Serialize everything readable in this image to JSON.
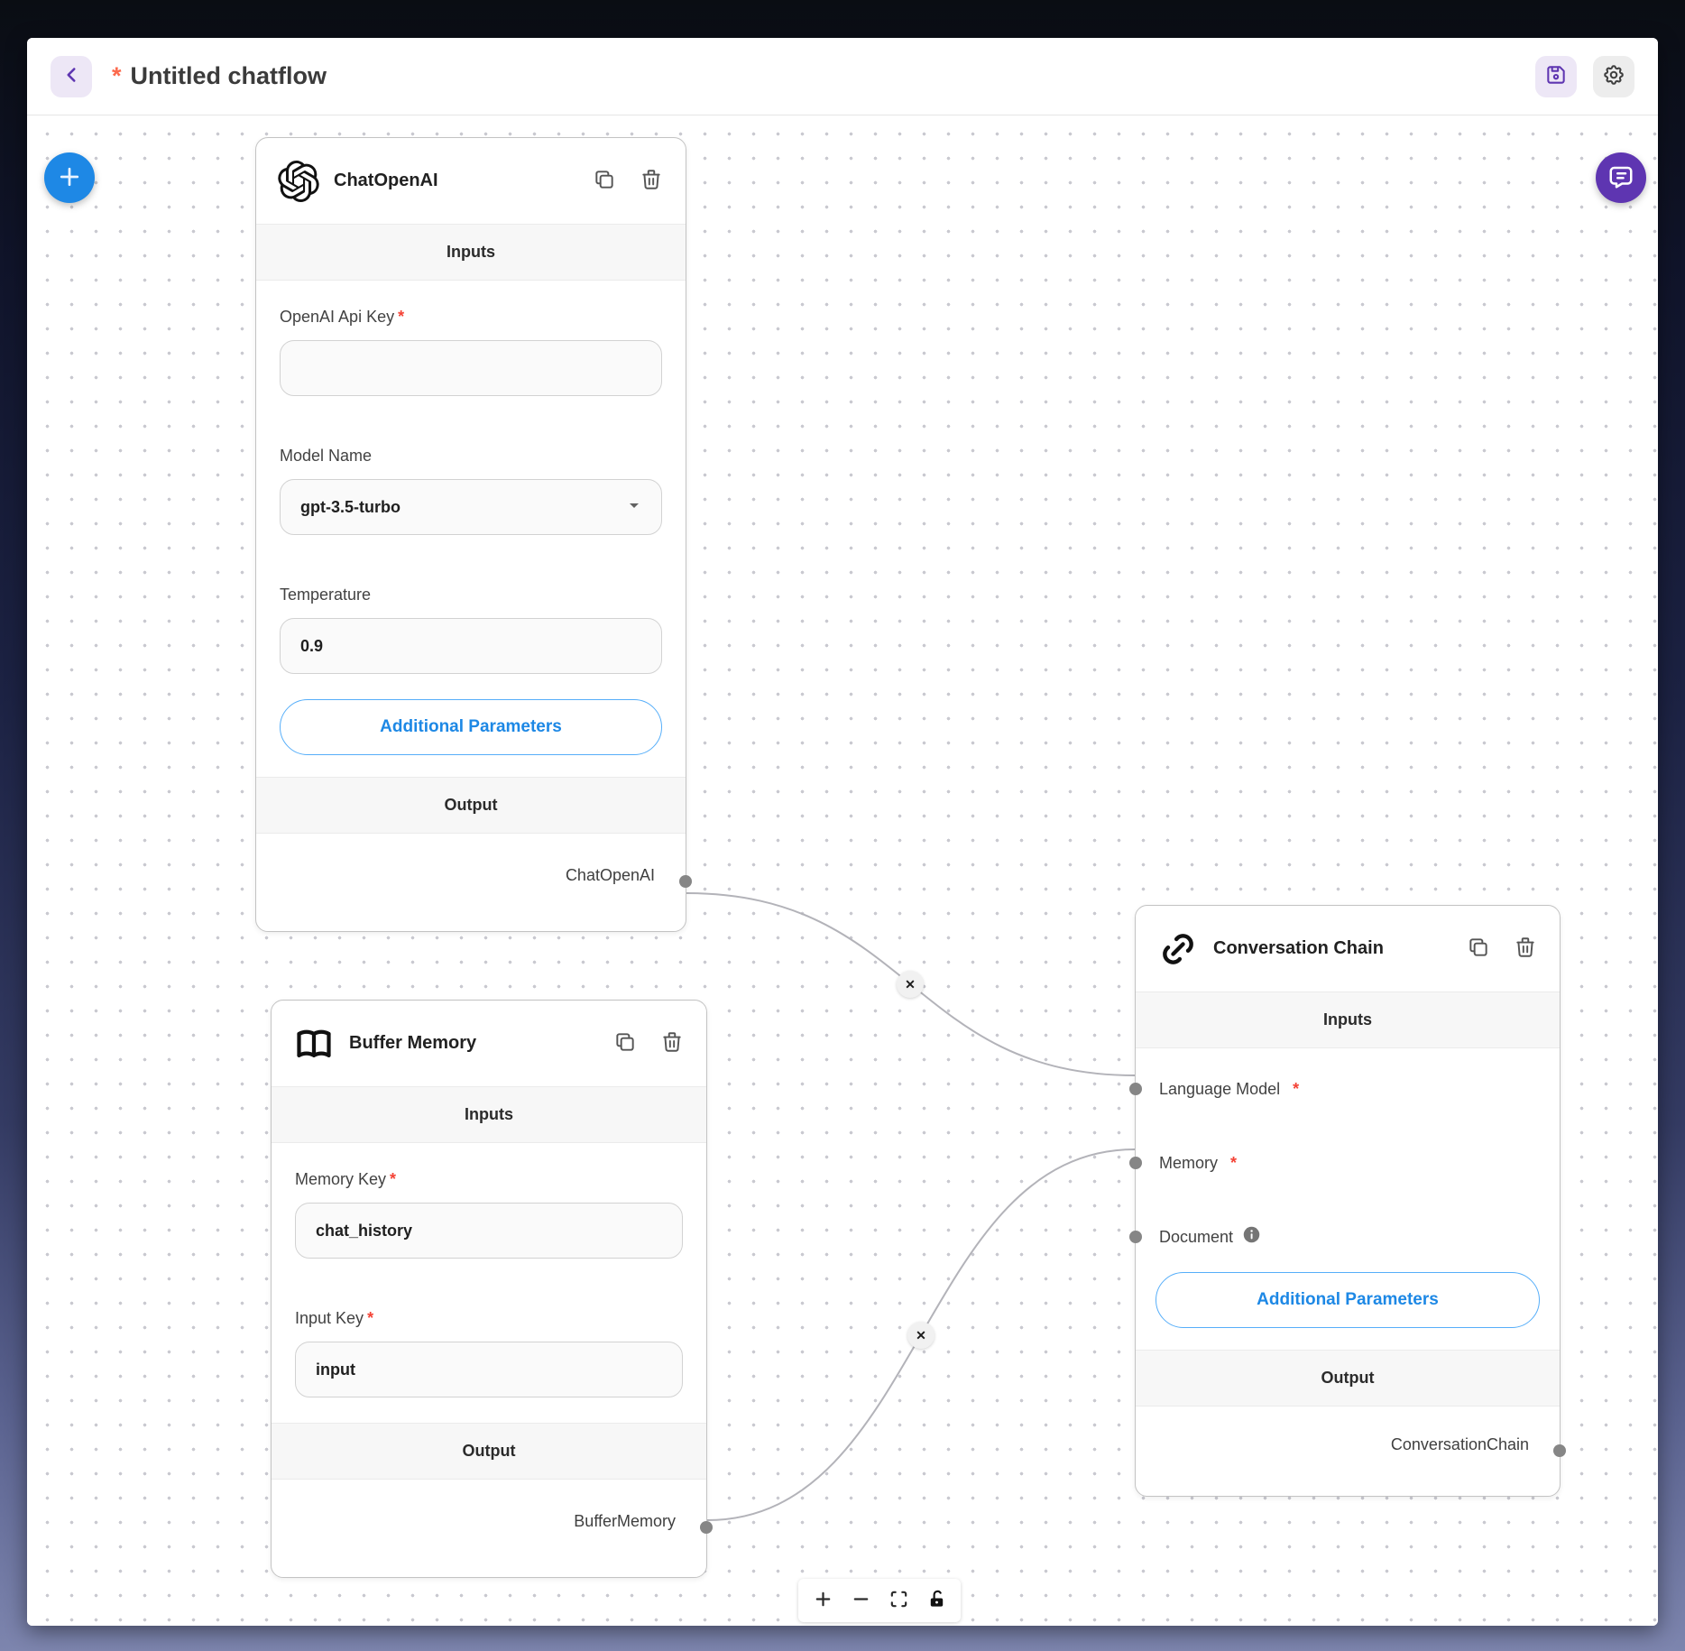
{
  "header": {
    "dirty_marker": "*",
    "title": "Untitled chatflow"
  },
  "sections": {
    "inputs": "Inputs",
    "output": "Output"
  },
  "required_marker": "*",
  "nodes": {
    "chatOpenAI": {
      "title": "ChatOpenAI",
      "fields": [
        {
          "label": "OpenAI Api Key",
          "value": ""
        },
        {
          "label": "Model Name",
          "value": "gpt-3.5-turbo"
        },
        {
          "label": "Temperature",
          "value": "0.9"
        }
      ],
      "additional_params_label": "Additional Parameters",
      "output_anchor": "ChatOpenAI"
    },
    "bufferMemory": {
      "title": "Buffer Memory",
      "fields": [
        {
          "label": "Memory Key",
          "value": "chat_history"
        },
        {
          "label": "Input Key",
          "value": "input"
        }
      ],
      "output_anchor": "BufferMemory"
    },
    "conversationChain": {
      "title": "Conversation Chain",
      "inputs": [
        {
          "label": "Language Model"
        },
        {
          "label": "Memory"
        },
        {
          "label": "Document"
        }
      ],
      "additional_params_label": "Additional Parameters",
      "output_anchor": "ConversationChain"
    }
  },
  "edges": {
    "delete_icon": "✕"
  },
  "colors": {
    "accent_blue": "#1e88e5",
    "accent_purple": "#5e35b1",
    "required_red": "#f44336",
    "title_marker_orange": "#fc6a4d",
    "edge_gray": "#b3b3b9"
  }
}
